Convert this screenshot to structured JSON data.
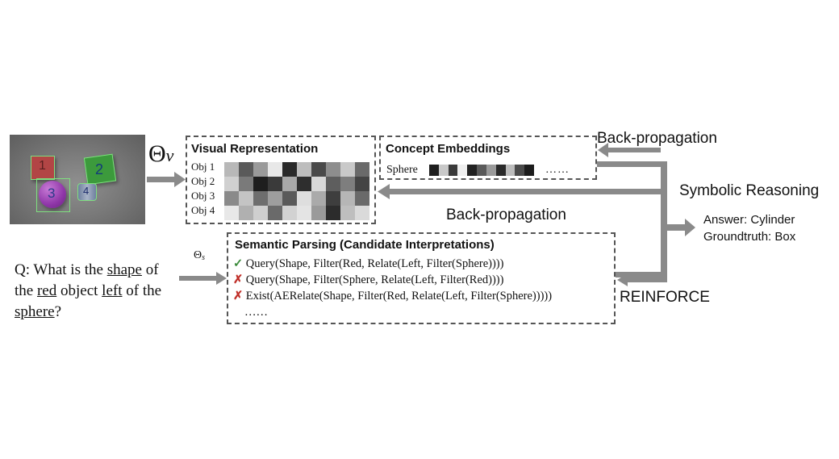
{
  "photo": {
    "cube_labels": [
      "1",
      "2",
      "3",
      "4"
    ]
  },
  "theta_v": {
    "symbol": "Θ",
    "sub": "v"
  },
  "theta_s": {
    "symbol": "Θ",
    "sub": "s"
  },
  "visual_rep": {
    "title": "Visual Representation",
    "rows": [
      "Obj 1",
      "Obj 2",
      "Obj 3",
      "Obj 4"
    ],
    "grid_gray": [
      [
        "#b8b8b8",
        "#5a5a5a",
        "#9a9a9a",
        "#e8e8e8",
        "#2a2a2a",
        "#bdbdbd",
        "#4a4a4a",
        "#8e8e8e",
        "#c9c9c9",
        "#6a6a6a"
      ],
      [
        "#d0d0d0",
        "#7a7a7a",
        "#1e1e1e",
        "#3a3a3a",
        "#a8a8a8",
        "#2e2e2e",
        "#d8d8d8",
        "#5e5e5e",
        "#7e7e7e",
        "#444444"
      ],
      [
        "#8a8a8a",
        "#c4c4c4",
        "#6e6e6e",
        "#9e9e9e",
        "#5a5a5a",
        "#dedede",
        "#aaaaaa",
        "#3e3e3e",
        "#b6b6b6",
        "#6a6a6a"
      ],
      [
        "#e8e8e8",
        "#b0b0b0",
        "#cfcfcf",
        "#6a6a6a",
        "#d2d2d2",
        "#e4e4e4",
        "#9a9a9a",
        "#2c2c2c",
        "#bebebe",
        "#dadada"
      ]
    ]
  },
  "concept": {
    "title": "Concept Embeddings",
    "row_label": "Sphere",
    "ellipsis": "……",
    "strip_gray": [
      "#1e1e1e",
      "#c8c8c8",
      "#3a3a3a",
      "#eeeeee",
      "#222222",
      "#5a5a5a",
      "#9a9a9a",
      "#2a2a2a",
      "#bcbcbc",
      "#4a4a4a",
      "#1c1c1c"
    ]
  },
  "labels": {
    "backprop_top": "Back-propagation",
    "backprop_mid": "Back-propagation",
    "symbolic": "Symbolic Reasoning",
    "answer": "Answer: Cylinder",
    "groundtruth": "Groundtruth: Box",
    "reinforce": "REINFORCE"
  },
  "question": {
    "parts": [
      "Q: What is the ",
      "shape",
      " of",
      "the ",
      "red",
      " object ",
      "left",
      " of the",
      "sphere",
      "?"
    ]
  },
  "parsing": {
    "title": "Semantic Parsing (Candidate Interpretations)",
    "candidates": [
      {
        "mark": "✓",
        "mark_color": "#3a8a3a",
        "text": "Query(Shape, Filter(Red, Relate(Left, Filter(Sphere))))"
      },
      {
        "mark": "✗",
        "mark_color": "#c0302a",
        "text": "Query(Shape, Filter(Sphere, Relate(Left, Filter(Red))))"
      },
      {
        "mark": "✗",
        "mark_color": "#c0302a",
        "text": "Exist(AERelate(Shape, Filter(Red, Relate(Left, Filter(Sphere)))))"
      }
    ],
    "ellipsis": "……"
  }
}
